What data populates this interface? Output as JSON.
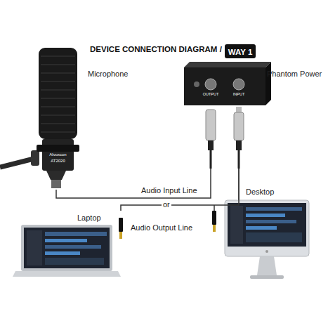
{
  "diagram": {
    "title": "DEVICE CONNECTION DIAGRAM /",
    "nodes": [
      {
        "text": [
          "WAY 1"
        ]
      },
      {
        "text": [
          "Microphone"
        ]
      },
      {
        "text": [
          "Phantom Power"
        ]
      },
      {
        "text": [
          "Laptop"
        ]
      },
      {
        "text": [
          "Desktop"
        ]
      }
    ],
    "edges": [
      {
        "from": 1,
        "to": 2,
        "arrow": "none",
        "label": "Audio Input Line"
      },
      {
        "from": 2,
        "to": 3,
        "arrow": "none",
        "label": "Audio Output Line"
      },
      {
        "from": 2,
        "to": 4,
        "arrow": "none"
      }
    ],
    "labels": [
      "or",
      "Alvoxcon",
      "AT2020",
      "OUTPUT",
      "INPUT"
    ]
  }
}
